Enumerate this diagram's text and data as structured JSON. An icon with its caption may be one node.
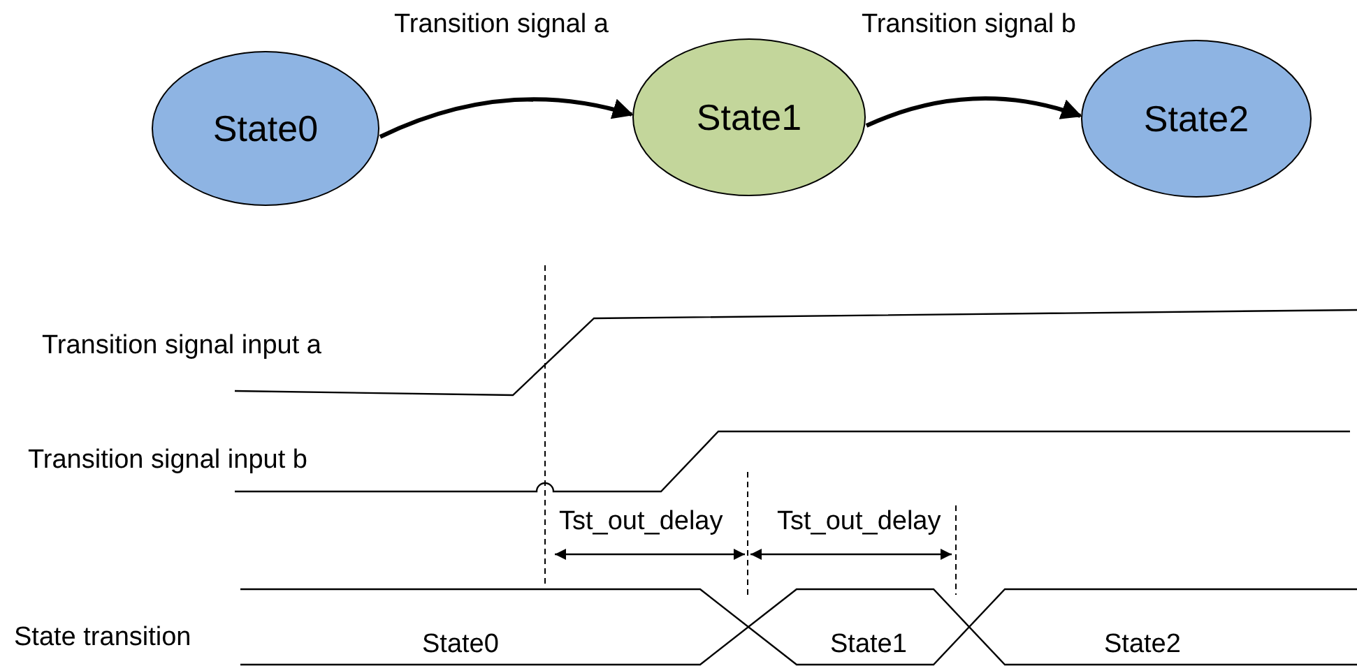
{
  "diagram": {
    "nodes": [
      {
        "text": [
          "State0"
        ]
      },
      {
        "text": [
          "State1"
        ]
      },
      {
        "text": [
          "State2"
        ]
      }
    ],
    "edges": [
      {
        "from": 0,
        "to": 1,
        "arrow": "to",
        "label": "Transition signal a"
      },
      {
        "from": 1,
        "to": 2,
        "arrow": "to",
        "label": "Transition signal b"
      }
    ],
    "labels": [
      "Transition signal input a",
      "Transition signal input b",
      "Tst_out_delay",
      "Tst_out_delay",
      "State transition",
      "State0",
      "State1",
      "State2"
    ]
  }
}
